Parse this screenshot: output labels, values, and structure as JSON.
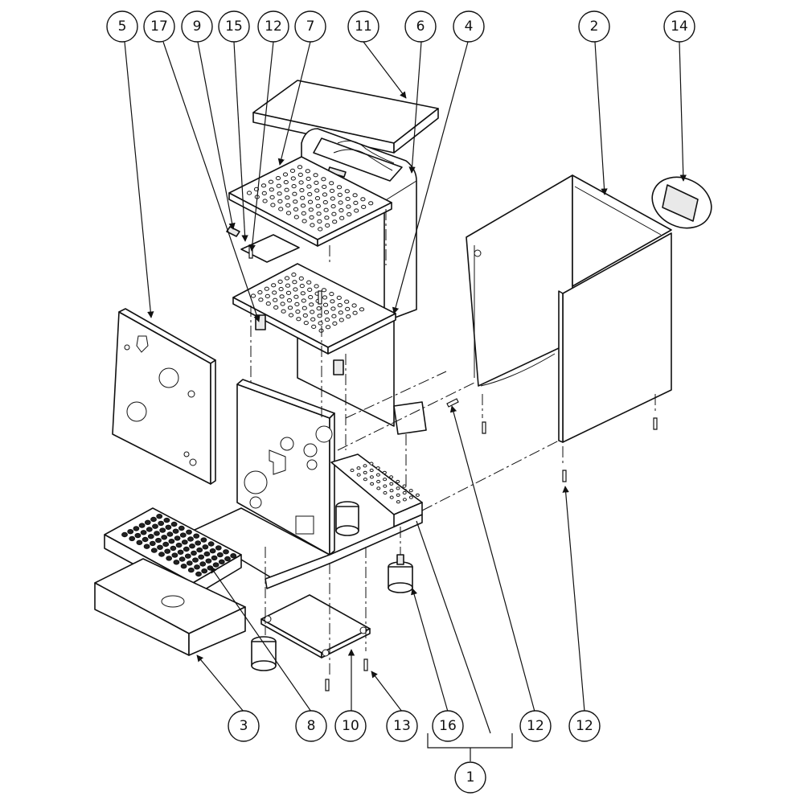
{
  "callouts": [
    {
      "id": "5",
      "label": "5"
    },
    {
      "id": "17",
      "label": "17"
    },
    {
      "id": "9",
      "label": "9"
    },
    {
      "id": "15",
      "label": "15"
    },
    {
      "id": "12a",
      "label": "12"
    },
    {
      "id": "7",
      "label": "7"
    },
    {
      "id": "11",
      "label": "11"
    },
    {
      "id": "6",
      "label": "6"
    },
    {
      "id": "4",
      "label": "4"
    },
    {
      "id": "2",
      "label": "2"
    },
    {
      "id": "14",
      "label": "14"
    },
    {
      "id": "3",
      "label": "3"
    },
    {
      "id": "8",
      "label": "8"
    },
    {
      "id": "10",
      "label": "10"
    },
    {
      "id": "13",
      "label": "13"
    },
    {
      "id": "16",
      "label": "16"
    },
    {
      "id": "12b",
      "label": "12"
    },
    {
      "id": "12c",
      "label": "12"
    },
    {
      "id": "1",
      "label": "1"
    }
  ]
}
